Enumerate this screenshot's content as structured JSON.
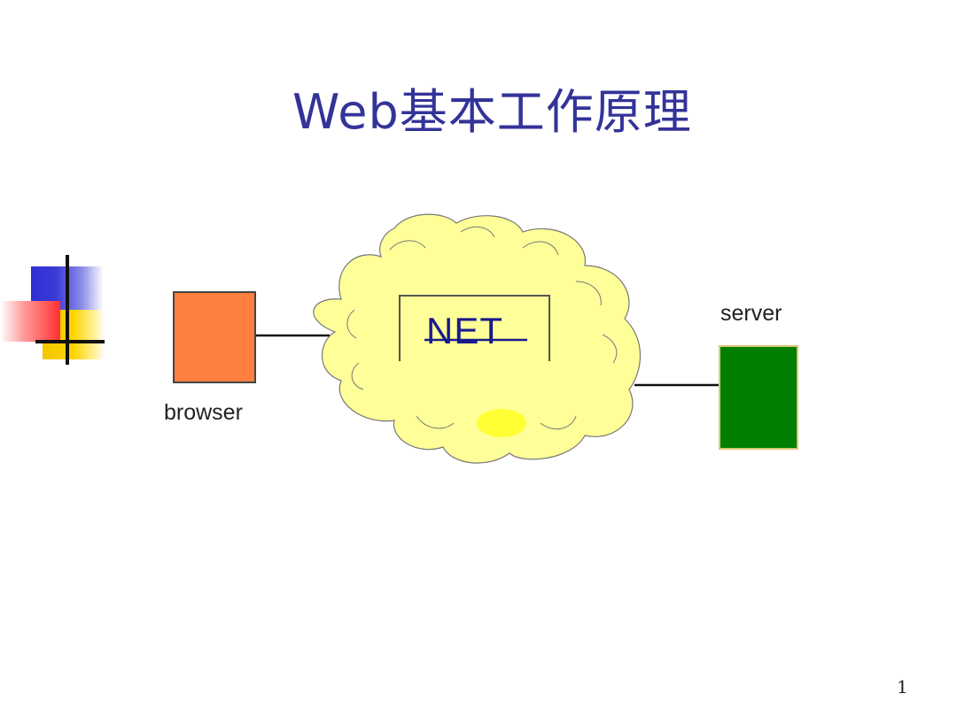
{
  "slide": {
    "title": "Web基本工作原理",
    "page_number": "1"
  },
  "diagram": {
    "network_label": "NET",
    "client_label": "browser",
    "server_label": "server",
    "colors": {
      "title": "#333399",
      "browser_box": "#ff7f3f",
      "server_box": "#007f00",
      "cloud_fill": "#ffff99",
      "cloud_highlight": "#ffff33",
      "net_text": "#1a1a8c"
    }
  }
}
